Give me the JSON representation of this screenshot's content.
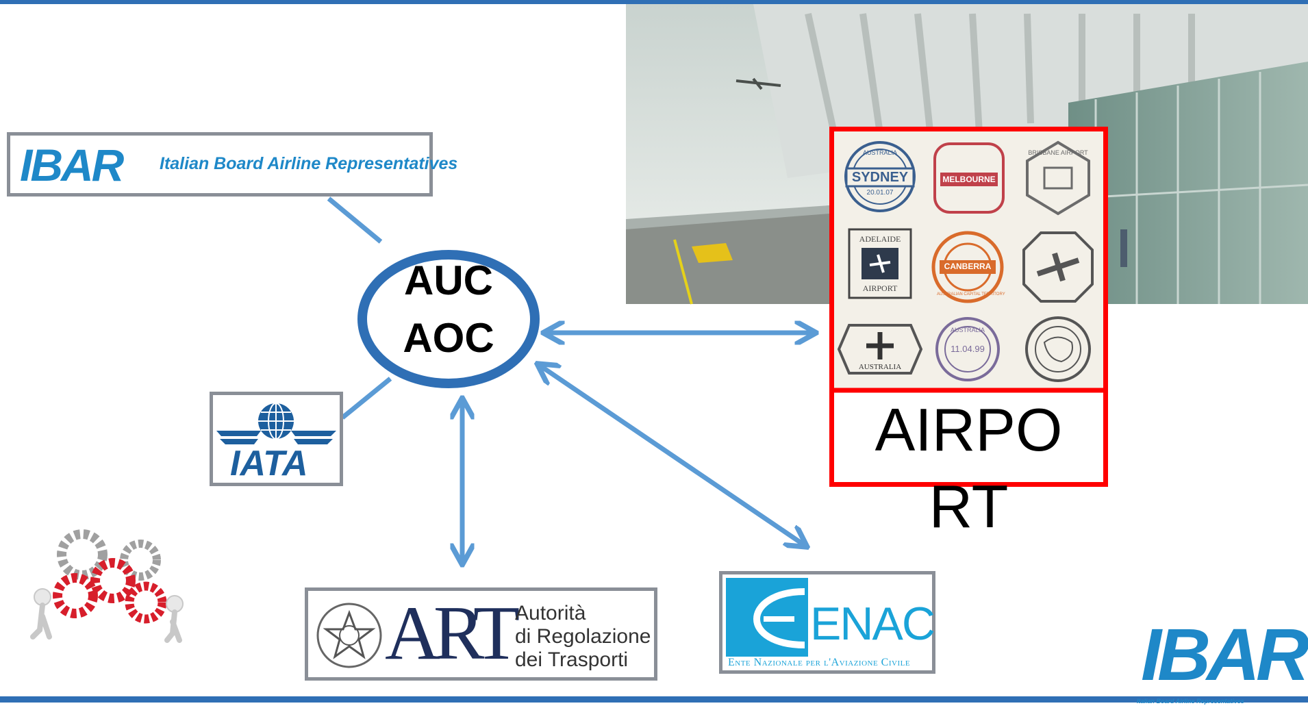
{
  "hub": {
    "line1": "AUC",
    "line2": "AOC"
  },
  "airport": {
    "label_line1": "AIRPO",
    "label_line2": "RT"
  },
  "ibar": {
    "logo": "IBAR",
    "tagline": "Italian Board Airline Representatives"
  },
  "iata": {
    "logo": "IATA"
  },
  "art": {
    "logo": "ART",
    "line1": "Autorità",
    "line2": "di Regolazione",
    "line3": "dei Trasporti"
  },
  "enac": {
    "logo": "ENAC",
    "subtitle": "Ente Nazionale per l'Aviazione Civile"
  },
  "corner_logo": {
    "logo": "IBAR",
    "tagline": "Italian Board Airline Representatives"
  },
  "stamps": {
    "sydney": "SYDNEY",
    "sydney_top": "AUSTRALIA",
    "sydney_date": "20.01.07",
    "melbourne": "MELBOURNE",
    "brisbane": "BRISBANE AIRPORT",
    "adelaide": "ADELAIDE",
    "adelaide_bottom": "AIRPORT",
    "canberra": "CANBERRA",
    "canberra_ring": "AUSTRALIAN CAPITAL TERRITORY",
    "australia_plane": "AUSTRALIA",
    "australia_date": "11.04.99",
    "australia_top": "AUSTRALIA"
  },
  "colors": {
    "accent": "#2f6fb5",
    "arrow": "#5b9bd5",
    "connector": "#5b9bd5",
    "frame": "#ff0000",
    "ibar_blue": "#1e88c8",
    "iata_blue": "#1d5f9e",
    "art_navy": "#1f2f5c",
    "enac_blue": "#1aa3d8"
  }
}
